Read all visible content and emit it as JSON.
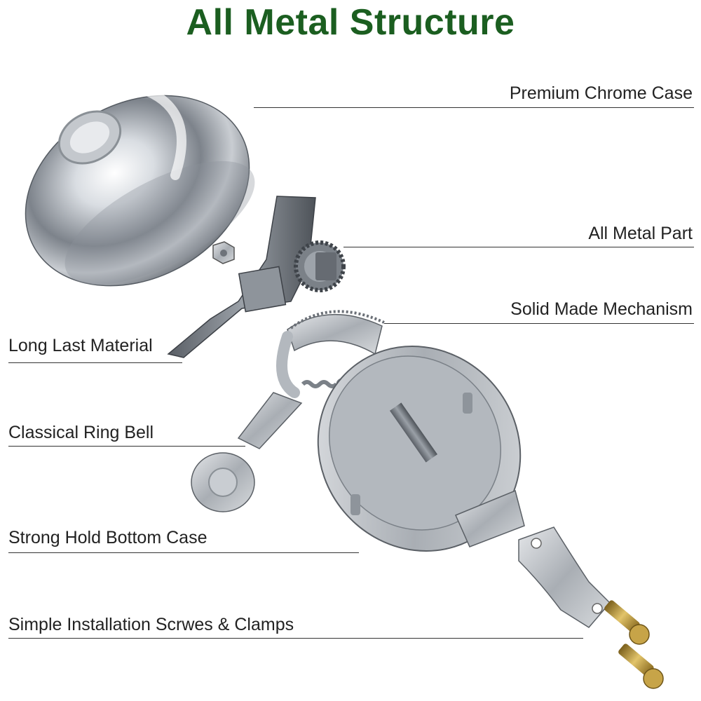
{
  "title": "All Metal Structure",
  "colors": {
    "title": "#1b5e20",
    "chrome": "#b8bcc2",
    "brass": "#b8962e"
  },
  "labels": {
    "premium_chrome_case": "Premium Chrome Case",
    "all_metal_part": "All Metal Part",
    "solid_made_mechanism": "Solid Made Mechanism",
    "long_last_material": "Long Last Material",
    "classical_ring_bell": "Classical Ring Bell",
    "strong_hold_bottom_case": "Strong Hold Bottom Case",
    "simple_installation": "Simple Installation Scrwes & Clamps"
  }
}
